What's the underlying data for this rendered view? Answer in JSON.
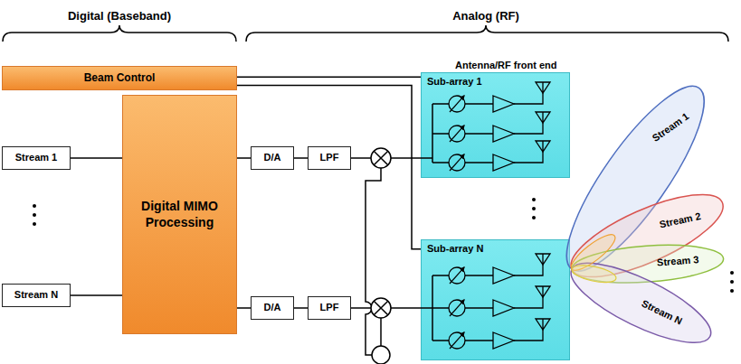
{
  "diagram": {
    "nodes": [
      {
        "text": [
          "Beam Control"
        ]
      },
      {
        "text": [
          "Stream 1"
        ]
      },
      {
        "text": [
          "Digital MIMO Processing"
        ]
      },
      {
        "text": [
          "D/A"
        ]
      },
      {
        "text": [
          "LPF"
        ]
      },
      {
        "text": [
          "Sub-array 1"
        ]
      },
      {
        "text": [
          "Stream N"
        ]
      },
      {
        "text": [
          "D/A"
        ]
      },
      {
        "text": [
          "LPF"
        ]
      },
      {
        "text": [
          "Sub-array N"
        ]
      },
      {
        "text": [
          "Stream 1"
        ]
      },
      {
        "text": [
          "Stream 2"
        ]
      },
      {
        "text": [
          "Stream 3"
        ]
      },
      {
        "text": [
          "Stream N"
        ]
      }
    ],
    "edges": [
      {
        "from": 1,
        "to": 2,
        "arrow": "none"
      },
      {
        "from": 6,
        "to": 2,
        "arrow": "none"
      },
      {
        "from": 0,
        "to": 5,
        "arrow": "none"
      },
      {
        "from": 0,
        "to": 9,
        "arrow": "none"
      },
      {
        "from": 2,
        "to": 3,
        "arrow": "none"
      },
      {
        "from": 3,
        "to": 4,
        "arrow": "none"
      },
      {
        "from": 4,
        "to": 5,
        "arrow": "none"
      },
      {
        "from": 2,
        "to": 7,
        "arrow": "none"
      },
      {
        "from": 7,
        "to": 8,
        "arrow": "none"
      },
      {
        "from": 8,
        "to": 9,
        "arrow": "none"
      }
    ],
    "labels": [
      "Digital (Baseband)",
      "Analog (RF)",
      "Antenna/RF front end"
    ]
  }
}
